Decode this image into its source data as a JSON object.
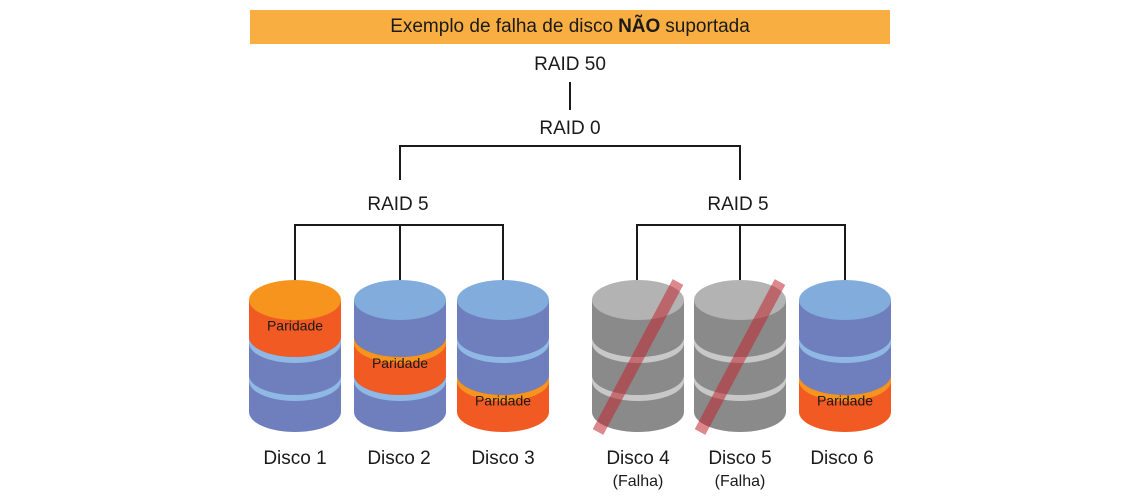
{
  "banner": {
    "prefix": "Exemplo de falha de disco",
    "emphasis": "NÃO",
    "suffix": "suportada"
  },
  "tree": {
    "root": "RAID 50",
    "stripe": "RAID 0",
    "groups": [
      {
        "label": "RAID 5"
      },
      {
        "label": "RAID 5"
      }
    ]
  },
  "parity_label": "Paridade",
  "colors": {
    "banner": "#f9ae42",
    "disk_blue_top": "#82acdc",
    "disk_blue_body": "#6f7fbe",
    "disk_blue_band": "#8fb8e4",
    "parity_orange": "#f15a22",
    "parity_top": "#f7941d",
    "failed_gray": "#8a8a8a",
    "failed_top": "#b3b3b3",
    "fail_strike": "#c1272d"
  },
  "disks": [
    {
      "name": "Disco 1",
      "status": "",
      "failed": false,
      "parity_segment": 1
    },
    {
      "name": "Disco 2",
      "status": "",
      "failed": false,
      "parity_segment": 2
    },
    {
      "name": "Disco 3",
      "status": "",
      "failed": false,
      "parity_segment": 3
    },
    {
      "name": "Disco 4",
      "status": "(Falha)",
      "failed": true,
      "parity_segment": 0
    },
    {
      "name": "Disco 5",
      "status": "(Falha)",
      "failed": true,
      "parity_segment": 0
    },
    {
      "name": "Disco 6",
      "status": "",
      "failed": false,
      "parity_segment": 3
    }
  ]
}
